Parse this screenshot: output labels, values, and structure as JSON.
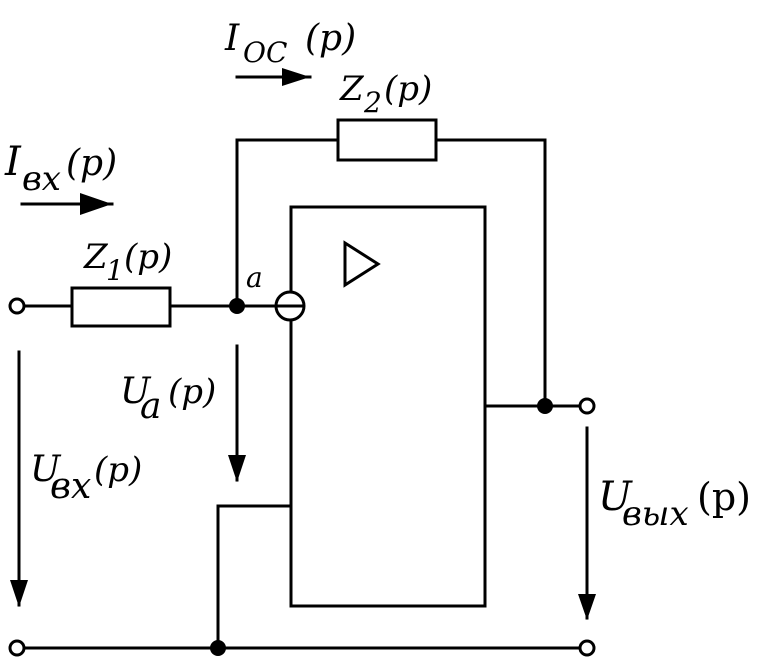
{
  "labels": {
    "i_oc": {
      "main": "I",
      "sub": "OC",
      "arg": "(p)"
    },
    "z2": {
      "main": "Z",
      "sub": "2",
      "arg": "(p)"
    },
    "i_in": {
      "main": "I",
      "sub": "вх",
      "arg": "(p)"
    },
    "z1": {
      "main": "Z",
      "sub": "1",
      "arg": "(p)"
    },
    "node_a": "a",
    "u_a": {
      "main": "U",
      "sub": "a",
      "arg": "(p)"
    },
    "u_in": {
      "main": "U",
      "sub": "вх",
      "arg": "(p)"
    },
    "u_out": {
      "main": "U",
      "sub": "вых",
      "arg": "(p)"
    }
  },
  "colors": {
    "stroke": "#000000",
    "background": "#ffffff"
  }
}
